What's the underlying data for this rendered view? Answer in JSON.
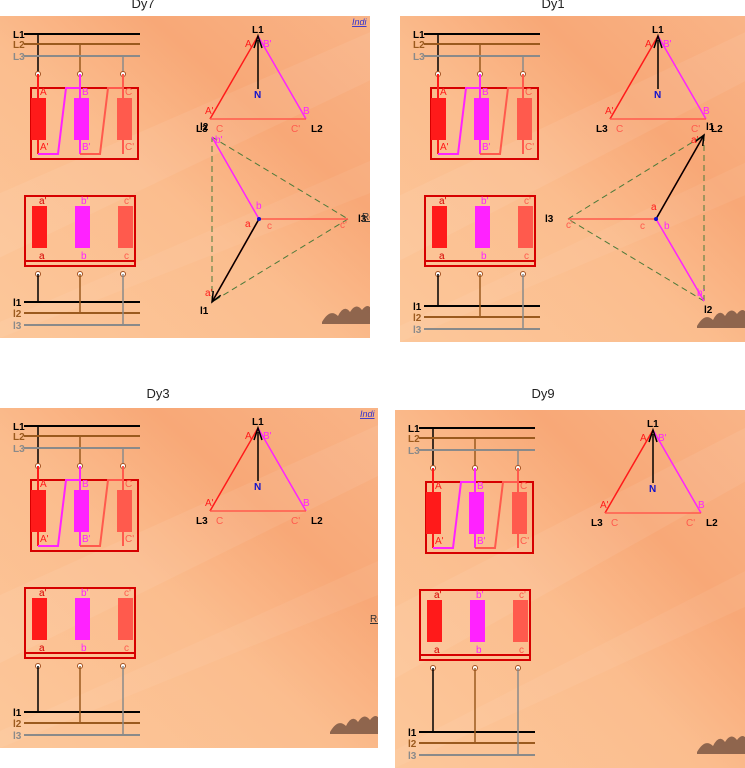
{
  "titles": [
    "Dy7",
    "Dy1",
    "Dy3",
    "Dy9"
  ],
  "link_text": "Indi",
  "side_text": "Re",
  "colors": {
    "bg_light": "#fcc79a",
    "bg_dark": "#f8a877",
    "red": "#ff1a1a",
    "dark_red": "#d60000",
    "magenta": "#ff22ff",
    "salmon": "#ff5a4d",
    "black": "#000000",
    "brown": "#9b5a1e",
    "gray": "#8a8a8a",
    "blue": "#1111cc",
    "dash": "#4c7a3a"
  },
  "labels": {
    "L1": "L1",
    "L2": "L2",
    "L3": "L3",
    "l1": "l1",
    "l2": "l2",
    "l3": "l3",
    "A": "A",
    "B": "B",
    "C": "C",
    "Ap": "A'",
    "Bp": "B'",
    "Cp": "C'",
    "a": "a",
    "b": "b",
    "c": "c",
    "ap": "a'",
    "bp": "b'",
    "cp": "c'",
    "N": "N"
  }
}
